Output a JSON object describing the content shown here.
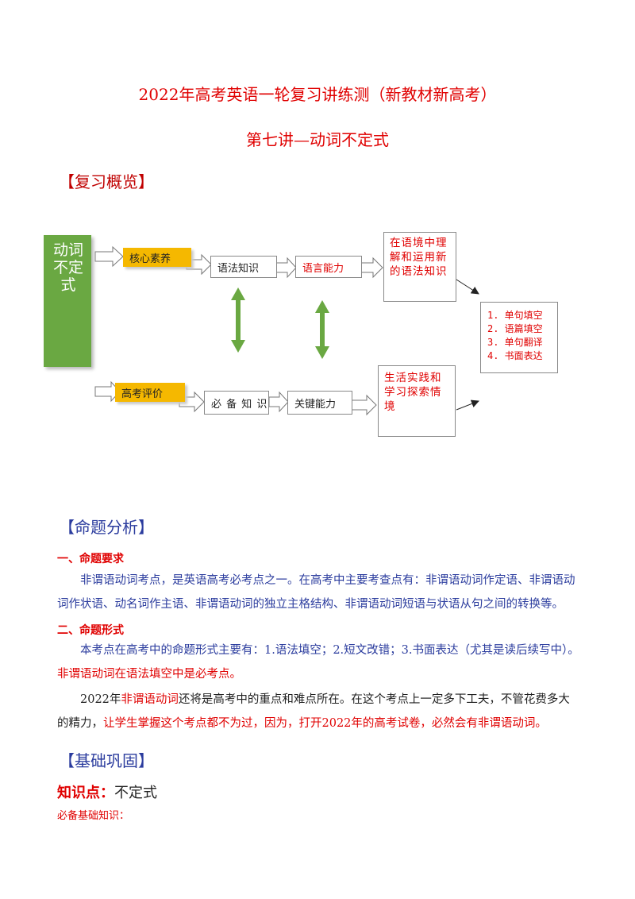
{
  "header": {
    "title": "2022年高考英语一轮复习讲练测（新教材新高考）",
    "subtitle": "第七讲—动词不定式"
  },
  "overview": {
    "heading": "【复习概览】",
    "diagram": {
      "main_block": "动词不定式",
      "top_tag": "核心素养",
      "bottom_tag": "高考评价",
      "grammar_knowledge": "语法知识",
      "language_ability": "语言能力",
      "top_goal": "在语境中理解和运用新的语法知识",
      "essential_knowledge": "必 备 知 识",
      "key_ability": "关键能力",
      "bottom_goal": "生活实践和学习探索情境",
      "outcomes": [
        "1. 单句填空",
        "2. 语篇填空",
        "3. 单句翻译",
        "4. 书面表达"
      ]
    }
  },
  "analysis": {
    "heading": "【命题分析】",
    "req_title": "一、命题要求",
    "req_text": "非谓语动词考点，是英语高考必考点之一。在高考中主要考查点有：非谓语动词作定语、非谓语动词作状语、动名词作主语、非谓语动词的独立主格结构、非谓语动词短语与状语从句之间的转换等。",
    "form_title": "二、命题形式",
    "form_text_a": "本考点在高考中的命题形式主要有：1.语法填空；2.短文改错；3.书面表达（尤其是读后续写中）。",
    "form_text_b": "非谓语动词在语法填空中是必考点。",
    "p3_a": "2022年",
    "p3_b": "非谓语动词",
    "p3_c": "还将是高考中的重点和难点所在。在这个考点上一定多下工夫，不管花费多大的精力，",
    "p3_d": "让学生掌握这个考点都不为过，因为，打开2022年的高考试卷，必然会有非谓语动词。"
  },
  "basics": {
    "heading": "【基础巩固】",
    "kp_label": "知识点：",
    "kp_value": "不定式",
    "must_know": "必备基础知识："
  },
  "colors": {
    "title_red": "#e00000",
    "blue": "#2b3c9e",
    "green": "#6aa842",
    "orange": "#f5b800"
  }
}
